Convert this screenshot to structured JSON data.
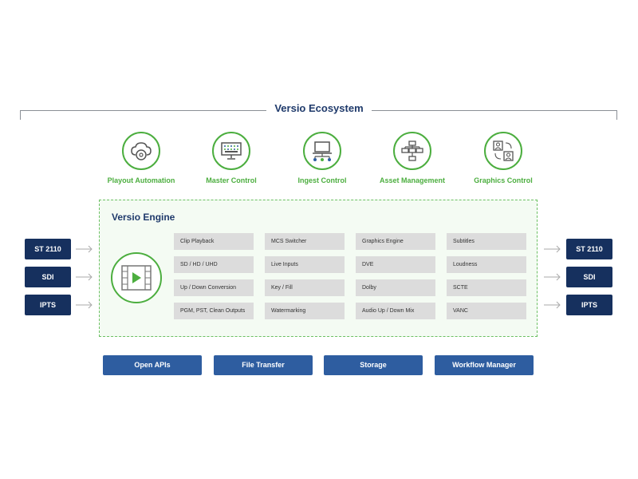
{
  "ecosystem": {
    "title": "Versio Ecosystem",
    "items": [
      {
        "label": "Playout Automation",
        "icon": "cloud-disc-icon"
      },
      {
        "label": "Master Control",
        "icon": "monitor-grid-icon"
      },
      {
        "label": "Ingest Control",
        "icon": "laptop-network-icon"
      },
      {
        "label": "Asset Management",
        "icon": "hierarchy-icon"
      },
      {
        "label": "Graphics Control",
        "icon": "graphics-control-icon"
      }
    ]
  },
  "engine": {
    "title": "Versio Engine",
    "icon": "video-play-icon",
    "columns": [
      [
        "Clip Playback",
        "SD / HD / UHD",
        "Up / Down Conversion",
        "PGM, PST, Clean Outputs"
      ],
      [
        "MCS Switcher",
        "Live Inputs",
        "Key / Fill",
        "Watermarking"
      ],
      [
        "Graphics Engine",
        "DVE",
        "Dolby",
        "Audio Up / Down Mix"
      ],
      [
        "Subtitles",
        "Loudness",
        "SCTE",
        "VANC"
      ]
    ]
  },
  "inputs": [
    "ST 2110",
    "SDI",
    "IPTS"
  ],
  "outputs": [
    "ST 2110",
    "SDI",
    "IPTS"
  ],
  "services": [
    "Open APIs",
    "File Transfer",
    "Storage",
    "Workflow Manager"
  ],
  "colors": {
    "green": "#4cae3f",
    "navy": "#16305e",
    "blue": "#2e5da0",
    "title": "#1f3a6b"
  }
}
